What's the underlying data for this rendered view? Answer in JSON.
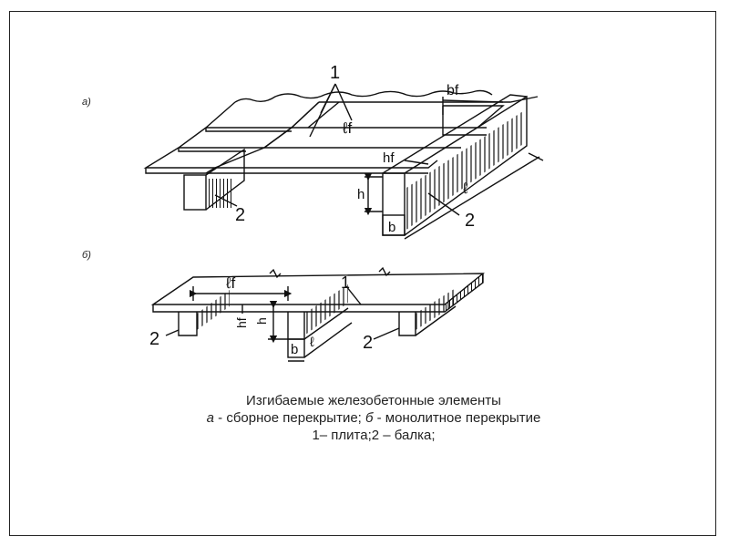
{
  "figure": {
    "panel_a_label": "а)",
    "panel_b_label": "б)",
    "labels": {
      "element_1": "1",
      "element_2": "2",
      "lf": "ℓf",
      "bf": "bf",
      "hf": "hf",
      "h": "h",
      "b": "b",
      "l": "ℓ"
    }
  },
  "caption": {
    "title": "Изгибаемые железобетонные элементы",
    "a_letter": "а",
    "a_text": " - сборное перекрытие; ",
    "b_letter": "б",
    "b_text": " - монолитное перекрытие",
    "legend": "1– плита;2 – балка;"
  },
  "colors": {
    "line": "#111111",
    "frame": "#222222"
  }
}
